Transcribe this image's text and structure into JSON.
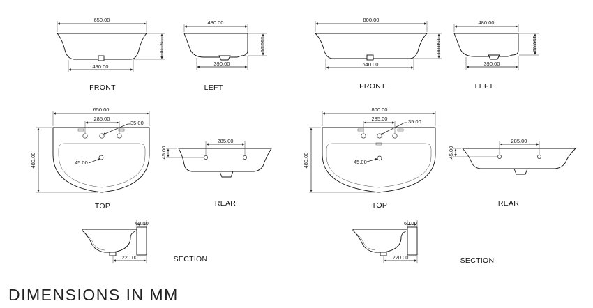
{
  "heading": "DIMENSIONS IN MM",
  "units": "mm",
  "basins": [
    {
      "front": {
        "label": "FRONT",
        "top_width": "650.00",
        "bottom_width": "490.00",
        "height": "150.00"
      },
      "left": {
        "label": "LEFT",
        "top_width": "480.00",
        "bottom_width": "390.00",
        "height": "150.00"
      },
      "top": {
        "label": "TOP",
        "width": "650.00",
        "tap_spacing": "285.00",
        "tap_hole": "35.00",
        "depth": "480.00",
        "waste": "45.00"
      },
      "rear": {
        "label": "REAR",
        "fixing_spacing": "285.00",
        "fixing_height": "45.00"
      },
      "section": {
        "label": "SECTION",
        "rim": "60.00",
        "waste_offset": "220.00"
      }
    },
    {
      "front": {
        "label": "FRONT",
        "top_width": "800.00",
        "bottom_width": "640.00",
        "height": "150.00"
      },
      "left": {
        "label": "LEFT",
        "top_width": "480.00",
        "bottom_width": "390.00",
        "height": "150.00"
      },
      "top": {
        "label": "TOP",
        "width": "800.00",
        "tap_spacing": "285.00",
        "tap_hole": "35.00",
        "depth": "480.00",
        "waste": "45.00"
      },
      "rear": {
        "label": "REAR",
        "fixing_spacing": "285.00",
        "fixing_height": "45.00"
      },
      "section": {
        "label": "SECTION",
        "rim": "60.00",
        "waste_offset": "220.00"
      }
    }
  ]
}
